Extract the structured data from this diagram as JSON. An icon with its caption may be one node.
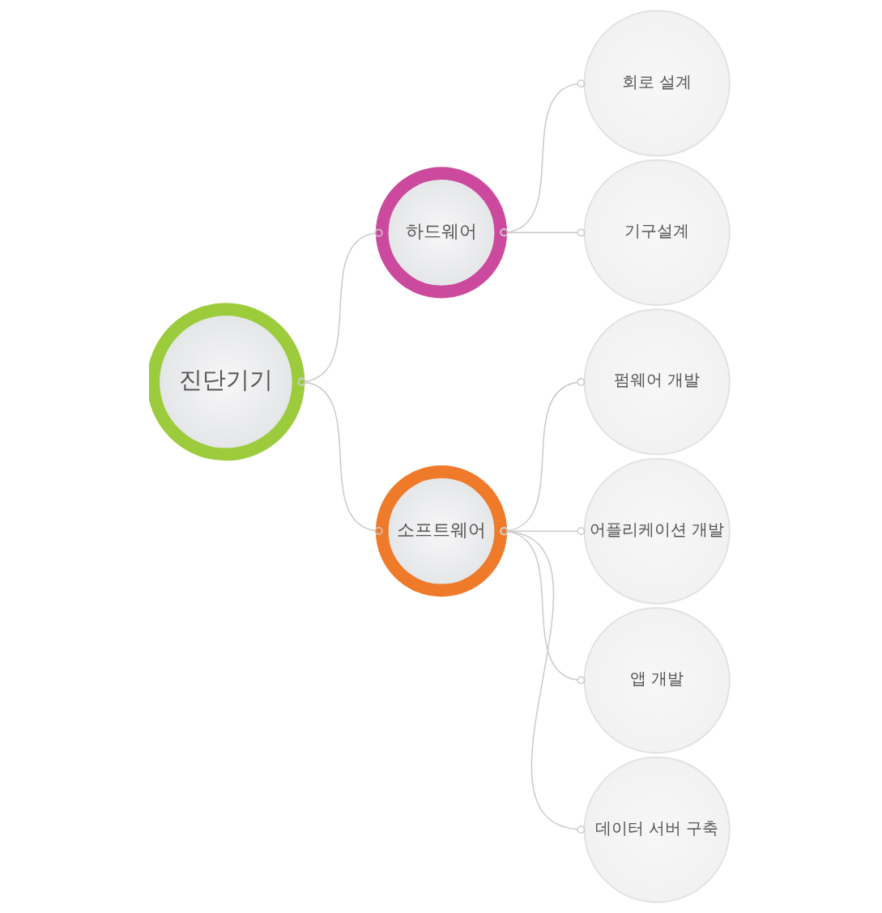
{
  "diagram": {
    "nodes": [
      {
        "text": [
          "진단기기"
        ]
      },
      {
        "text": [
          "하드웨어"
        ]
      },
      {
        "text": [
          "소프트웨어"
        ]
      },
      {
        "text": [
          "회로 설계"
        ]
      },
      {
        "text": [
          "기구설계"
        ]
      },
      {
        "text": [
          "펌웨어 개발"
        ]
      },
      {
        "text": [
          "어플리케이션 개발"
        ]
      },
      {
        "text": [
          "앱 개발"
        ]
      },
      {
        "text": [
          "데이터 서버 구축"
        ]
      }
    ],
    "edges": [
      {
        "from": 0,
        "to": 1,
        "arrow": "other"
      },
      {
        "from": 0,
        "to": 2,
        "arrow": "other"
      },
      {
        "from": 1,
        "to": 3,
        "arrow": "other"
      },
      {
        "from": 1,
        "to": 4,
        "arrow": "other"
      },
      {
        "from": 2,
        "to": 5,
        "arrow": "other"
      },
      {
        "from": 2,
        "to": 6,
        "arrow": "other"
      },
      {
        "from": 2,
        "to": 7,
        "arrow": "other"
      },
      {
        "from": 2,
        "to": 8,
        "arrow": "other"
      }
    ]
  }
}
